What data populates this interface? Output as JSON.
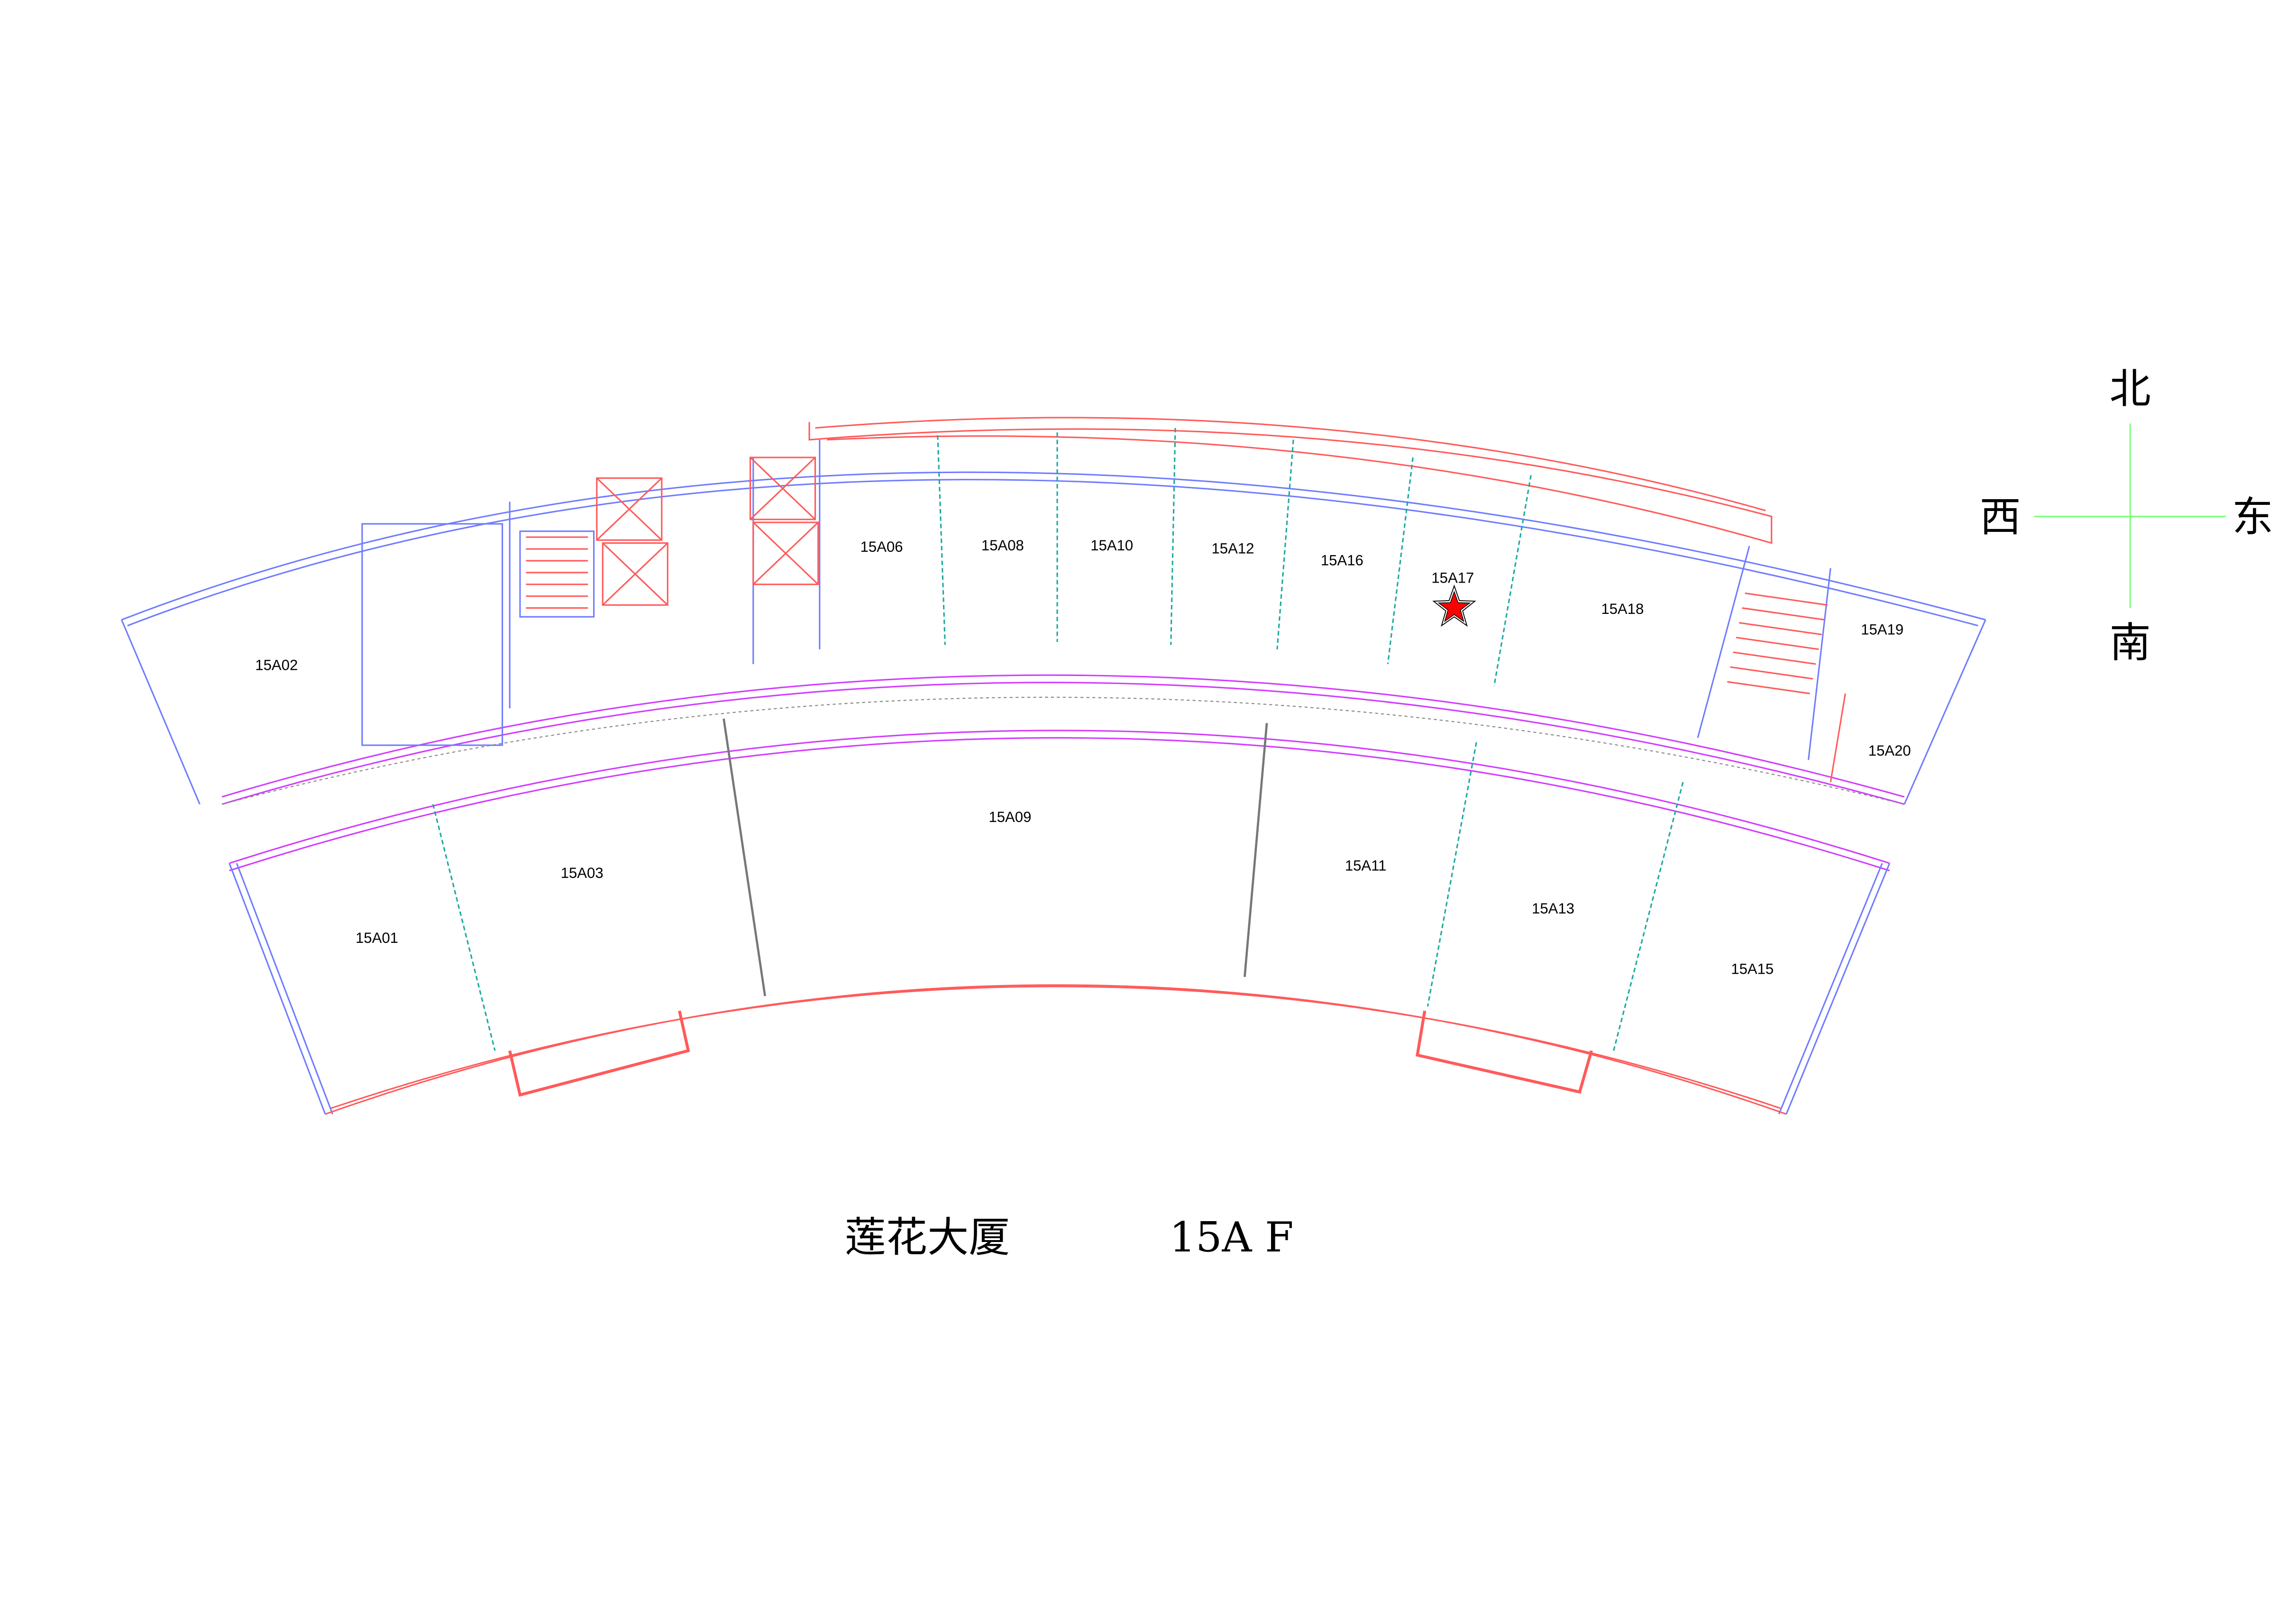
{
  "title": {
    "building": "莲花大厦",
    "floor": "15A F"
  },
  "compass": {
    "north": "北",
    "west": "西",
    "east": "东",
    "south": "南"
  },
  "rooms": [
    "15A02",
    "15A06",
    "15A08",
    "15A10",
    "15A12",
    "15A16",
    "15A17",
    "15A18",
    "15A19",
    "15A20",
    "15A01",
    "15A03",
    "15A09",
    "15A11",
    "15A13",
    "15A15"
  ],
  "marker": {
    "room": "15A17",
    "icon": "star-icon",
    "color": "#ff0000"
  },
  "colors": {
    "wall": "#6f7cff",
    "exterior": "#ff5a5a",
    "corridor": "#d23cff",
    "partition": "#1aa9a0",
    "compass": "#7dff7d"
  }
}
